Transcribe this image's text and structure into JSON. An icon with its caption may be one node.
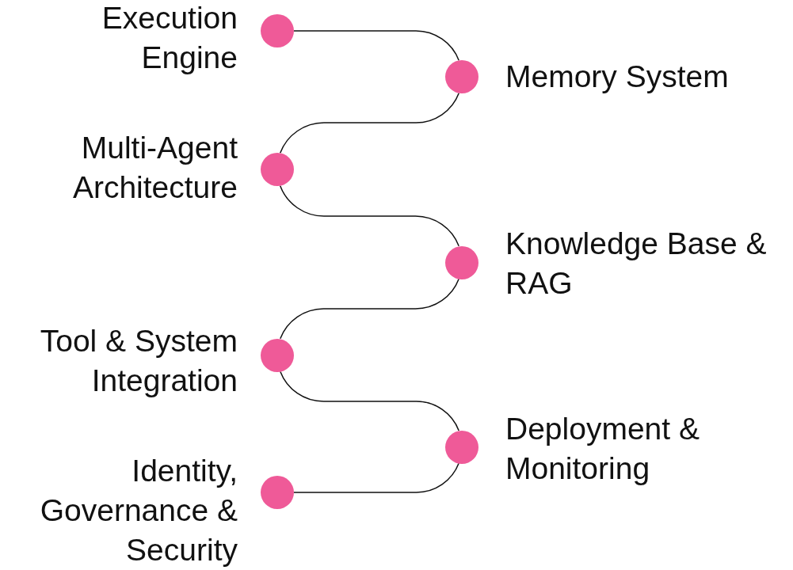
{
  "diagram": {
    "nodes": [
      {
        "text": [],
        "shape": "circle",
        "beside": [
          "Execution Engine"
        ]
      },
      {
        "text": [],
        "shape": "circle",
        "beside": [
          "Memory System"
        ]
      },
      {
        "text": [],
        "shape": "circle",
        "beside": [
          "Multi-Agent Architecture"
        ]
      },
      {
        "text": [],
        "shape": "circle",
        "beside": [
          "Knowledge Base & RAG"
        ]
      },
      {
        "text": [],
        "shape": "circle",
        "beside": [
          "Tool & System Integration"
        ]
      },
      {
        "text": [],
        "shape": "circle",
        "beside": [
          "Deployment & Monitoring"
        ]
      },
      {
        "text": [],
        "shape": "circle",
        "beside": [
          "Identity, Governance & Security"
        ]
      }
    ],
    "edges": [
      {
        "from": 0,
        "to": 1,
        "arrow": "none"
      },
      {
        "from": 1,
        "to": 2,
        "arrow": "none"
      },
      {
        "from": 2,
        "to": 3,
        "arrow": "none"
      },
      {
        "from": 3,
        "to": 4,
        "arrow": "none"
      },
      {
        "from": 4,
        "to": 5,
        "arrow": "none"
      },
      {
        "from": 5,
        "to": 6,
        "arrow": "none"
      }
    ]
  }
}
